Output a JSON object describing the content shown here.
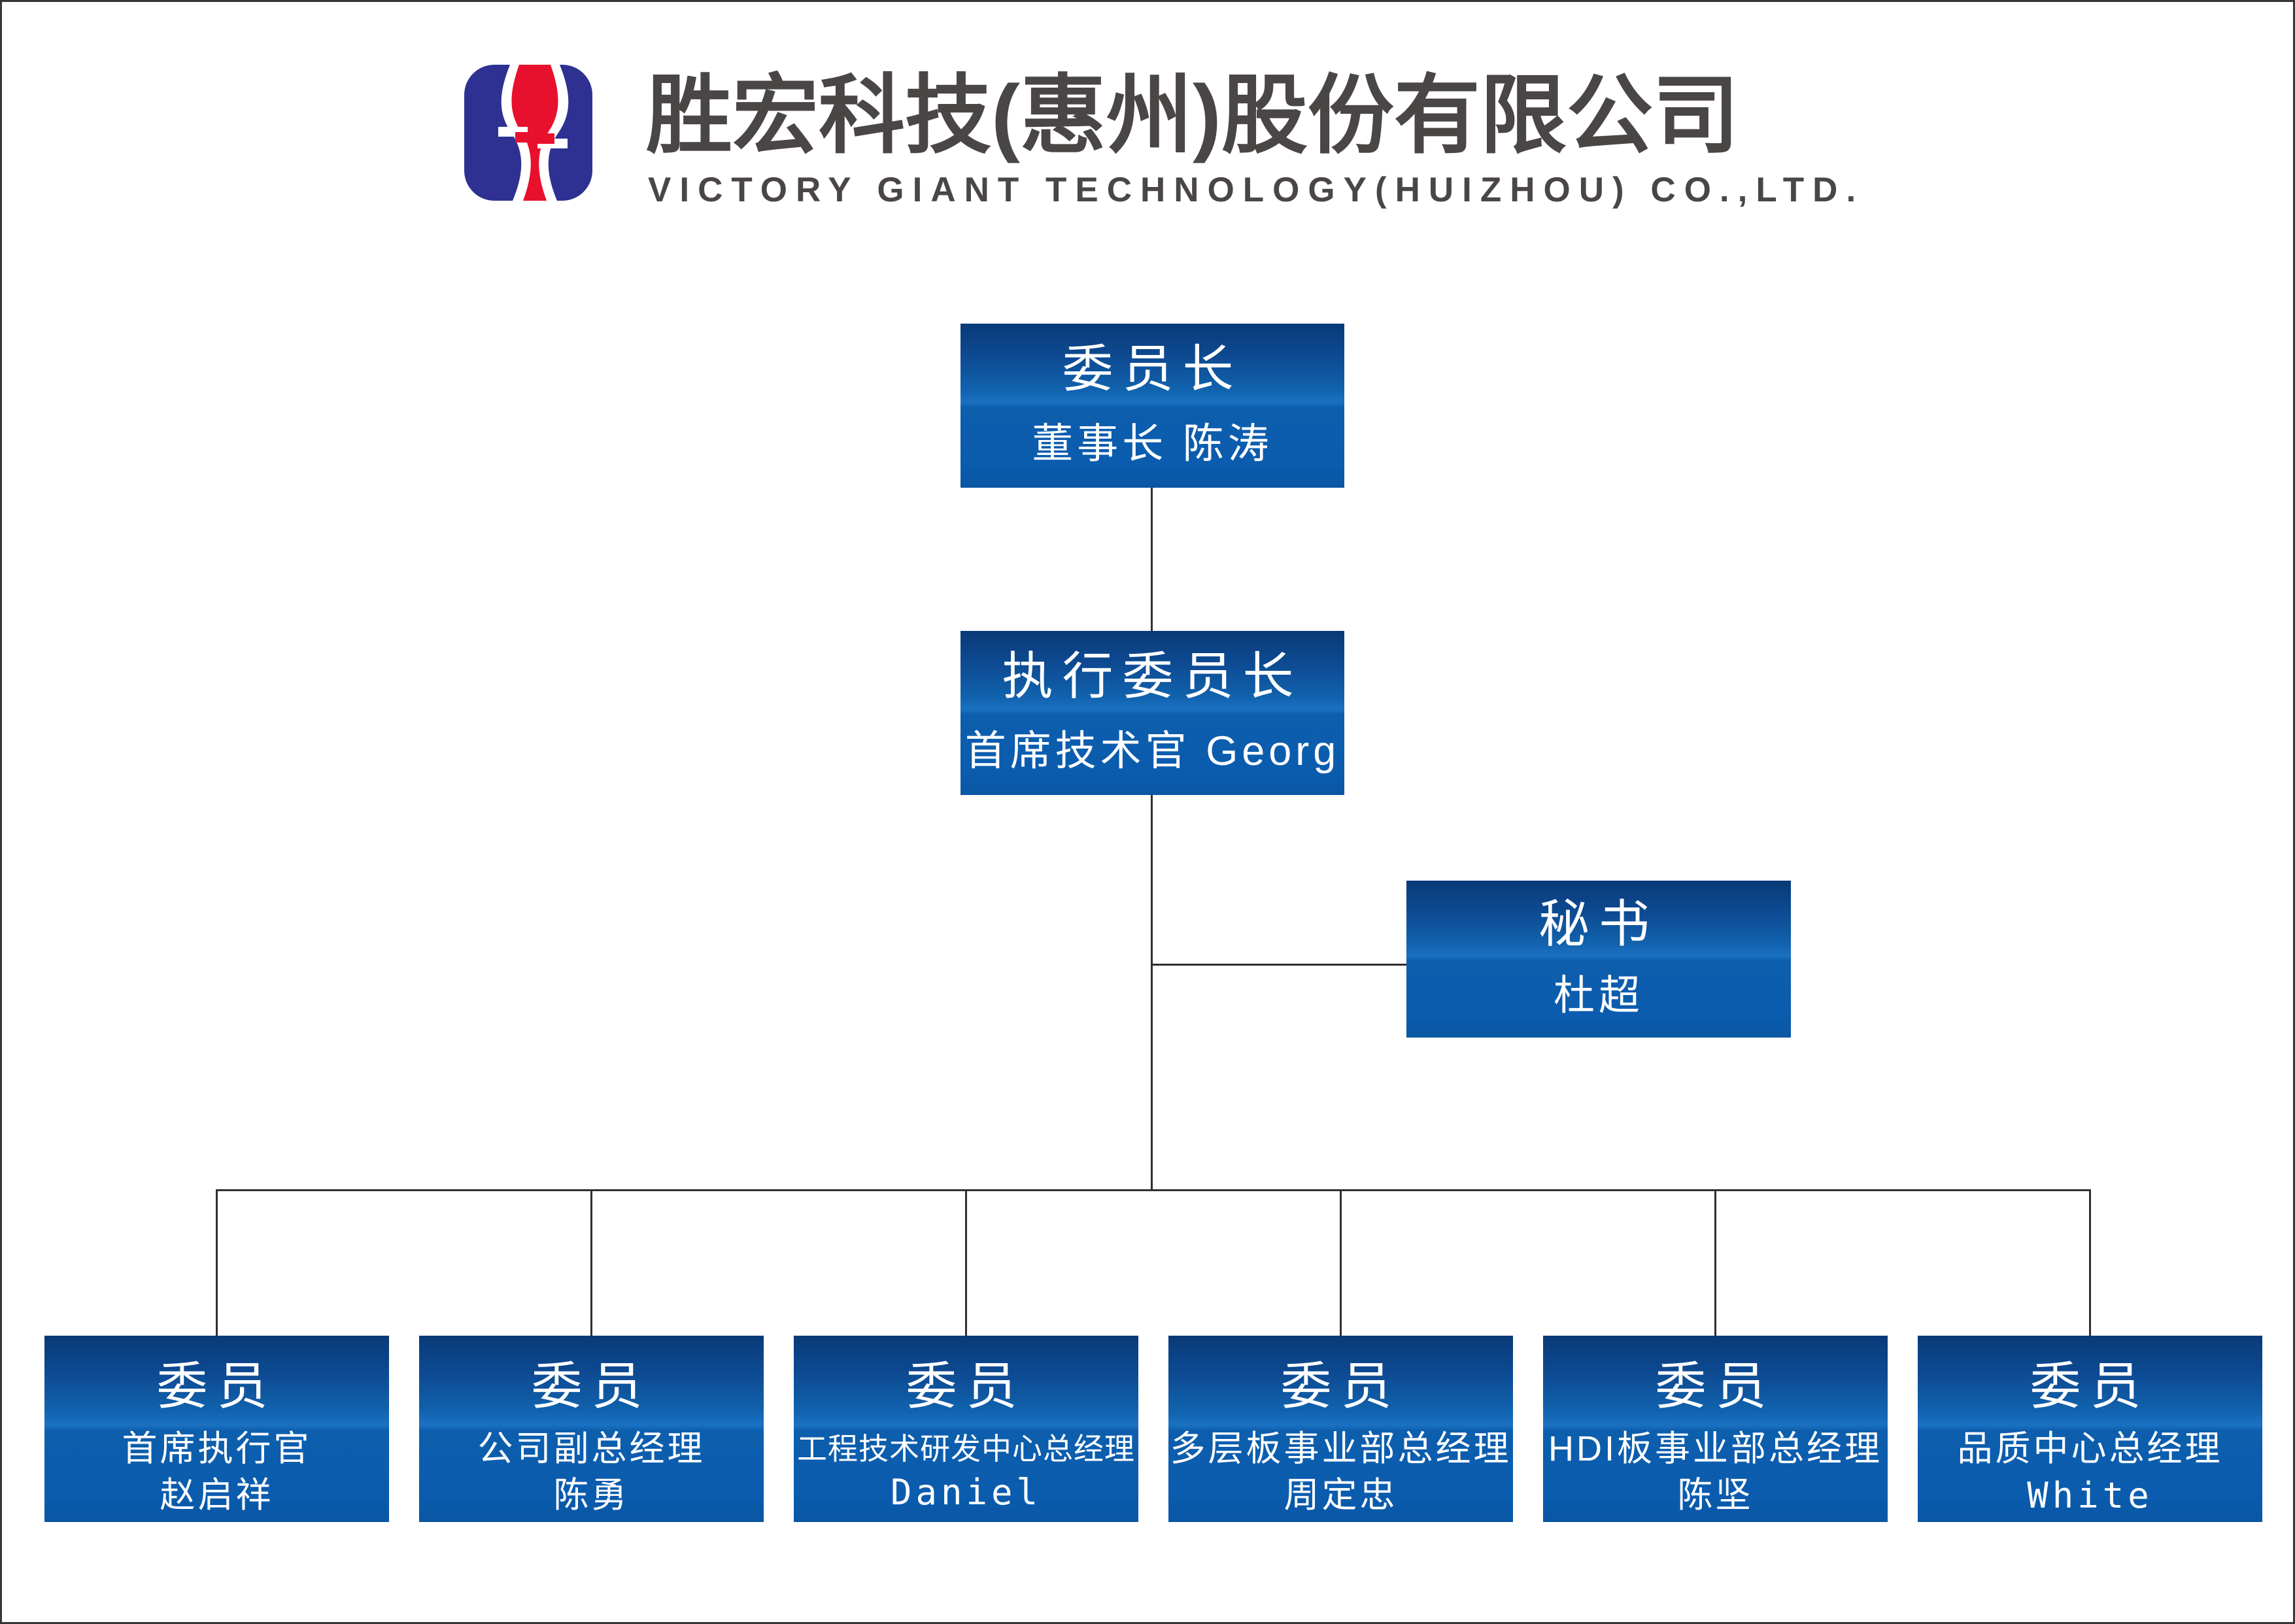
{
  "header": {
    "logo": {
      "name": "victory-giant-logo",
      "blue": "#2e3192",
      "red": "#e8112d",
      "white": "#ffffff"
    },
    "title_cn": "胜宏科技(惠州)股份有限公司",
    "title_en": "VICTORY GIANT TECHNOLOGY(HUIZHOU) CO.,LTD.",
    "title_color": "#4a4646"
  },
  "org": {
    "box_gradient_top": "#0a3a78",
    "box_gradient_mid": "#1b71c2",
    "box_gradient_bottom": "#0956a4",
    "text_color": "#ffffff",
    "connector_color": "#332e30",
    "nodes": [
      {
        "role": "chairman",
        "title": "委员长",
        "subtitle": [
          "董事长 陈涛"
        ]
      },
      {
        "role": "exec-chairman",
        "title": "执行委员长",
        "subtitle": [
          "首席技术官 Georg"
        ]
      },
      {
        "role": "secretary",
        "title": "秘书",
        "subtitle": [
          "杜超"
        ]
      },
      {
        "role": "member-1",
        "title": "委员",
        "subtitle": [
          "首席执行官",
          "赵启祥"
        ]
      },
      {
        "role": "member-2",
        "title": "委员",
        "subtitle": [
          "公司副总经理",
          "陈勇"
        ]
      },
      {
        "role": "member-3",
        "title": "委员",
        "subtitle": [
          "工程技术研发中心总经理",
          "Daniel"
        ]
      },
      {
        "role": "member-4",
        "title": "委员",
        "subtitle": [
          "多层板事业部总经理",
          "周定忠"
        ]
      },
      {
        "role": "member-5",
        "title": "委员",
        "subtitle": [
          "HDI板事业部总经理",
          "陈坚"
        ]
      },
      {
        "role": "member-6",
        "title": "委员",
        "subtitle": [
          "品质中心总经理",
          "White"
        ]
      }
    ]
  }
}
